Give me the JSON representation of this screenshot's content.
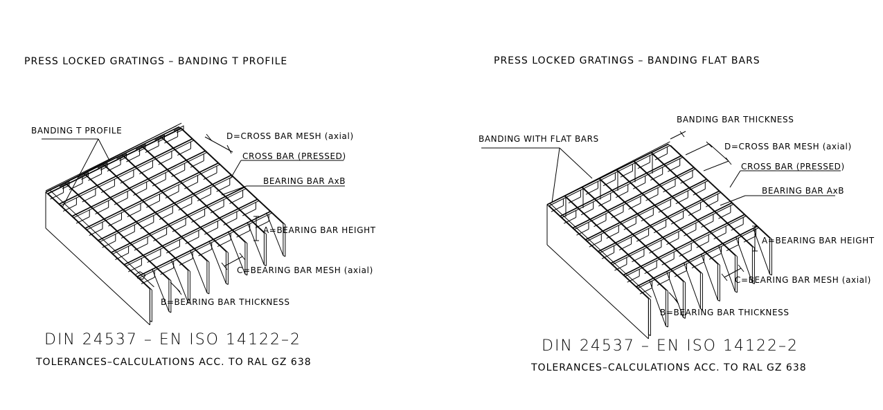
{
  "drawing": {
    "background": "#ffffff",
    "line_color": "#000000"
  },
  "left_panel": {
    "title": "PRESS LOCKED GRATINGS – BANDING T PROFILE",
    "callouts": {
      "banding": "BANDING T PROFILE",
      "cross_bar_mesh": "D=CROSS BAR MESH (axial)",
      "cross_bar": "CROSS BAR (PRESSED)",
      "bearing_bar": "BEARING BAR AxB",
      "bearing_bar_height": "A=BEARING BAR HEIGHT",
      "bearing_bar_mesh": "C=BEARING BAR MESH (axial)",
      "bearing_bar_thickness": "B=BEARING BAR THICKNESS"
    },
    "standard": "DIN 24537 – EN ISO 14122–2",
    "tolerances": "TOLERANCES–CALCULATIONS ACC. TO RAL GZ 638"
  },
  "right_panel": {
    "title": "PRESS LOCKED GRATINGS – BANDING FLAT BARS",
    "callouts": {
      "banding": "BANDING WITH FLAT BARS",
      "banding_bar_thickness": "BANDING BAR THICKNESS",
      "cross_bar_mesh": "D=CROSS BAR MESH (axial)",
      "cross_bar": "CROSS BAR (PRESSED)",
      "bearing_bar": "BEARING BAR AxB",
      "bearing_bar_height": "A=BEARING BAR HEIGHT",
      "bearing_bar_mesh": "C=BEARING BAR MESH (axial)",
      "bearing_bar_thickness": "B=BEARING BAR THICKNESS"
    },
    "standard": "DIN 24537 – EN ISO 14122–2",
    "tolerances": "TOLERANCES–CALCULATIONS ACC. TO RAL GZ 638"
  }
}
